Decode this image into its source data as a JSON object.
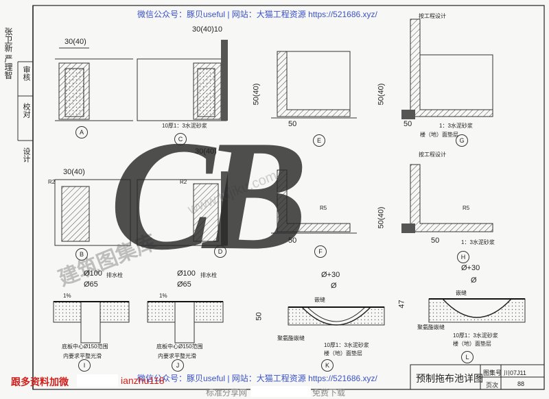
{
  "watermark": {
    "top": "微信公众号：豚贝useful | 网站：大猫工程资源 https://521686.xyz/",
    "bottom": "微信公众号：豚贝useful | 网站：大猫工程资源 https://521686.xyz/",
    "logo": "CB",
    "diagonal_cn": "建筑图集库",
    "diagonal_url": "www.tujiku.com",
    "footer_left": "标准分享网",
    "footer_right": "免费下载",
    "promo_red": "跟多资料加微",
    "promo_id": "ianzhu118"
  },
  "sidebar": {
    "signatures": "张卫新 严理智",
    "labels": [
      "审核",
      "校对",
      "设计"
    ]
  },
  "dims": {
    "a": "30(40)",
    "c": "30(40)10",
    "b": "30(40)",
    "d": "30(40)",
    "e_v": "50(40)",
    "e_h": "50",
    "g_v": "50(40)",
    "g_h": "50",
    "f_h": "50",
    "h_v": "50(40)",
    "h_h": "50",
    "i1": "Ø100",
    "i2": "Ø65",
    "j1": "Ø100",
    "j2": "Ø65",
    "k_top": "Ø+30",
    "k_in": "Ø",
    "k_v": "50",
    "l_top": "Ø+30",
    "l_in": "Ø",
    "l_v": "47"
  },
  "notes": {
    "c_mortar": "10厚1：3水泥砂浆",
    "g_design": "按工程设计",
    "g_mortar": "1：3水泥砂浆",
    "g_floor": "楼（地）面垫层",
    "h_design": "按工程设计",
    "h_mortar": "1：3水泥砂浆",
    "r2_b": "R2",
    "r2_d": "R2",
    "r5_f": "R5",
    "r5_h": "R5",
    "slope": "1%",
    "drain": "排水栓",
    "i_mid": "底板中心Ø150范围",
    "i_low": "内要求平整光滑",
    "j_mid": "底板中心Ø150范围",
    "j_low": "内要求平整光滑",
    "k_seal": "聚氨酯嵌缝",
    "k_edge": "嵌缝",
    "k_mortar": "10厚1：3水泥砂浆",
    "k_floor": "楼（地）面垫层",
    "l_seal": "聚氨酯嵌缝",
    "l_edge": "嵌缝",
    "l_mortar": "10厚1：3水泥砂浆",
    "l_floor": "楼（地）面垫层"
  },
  "labels": {
    "A": "A",
    "B": "B",
    "C": "C",
    "D": "D",
    "E": "E",
    "F": "F",
    "G": "G",
    "H": "H",
    "I": "I",
    "J": "J",
    "K": "K",
    "L": "L"
  },
  "titleblock": {
    "title": "预制拖布池详图",
    "atlas_label": "图集号",
    "atlas_no": "川07J11",
    "page_label": "页次",
    "page_no": "88"
  }
}
